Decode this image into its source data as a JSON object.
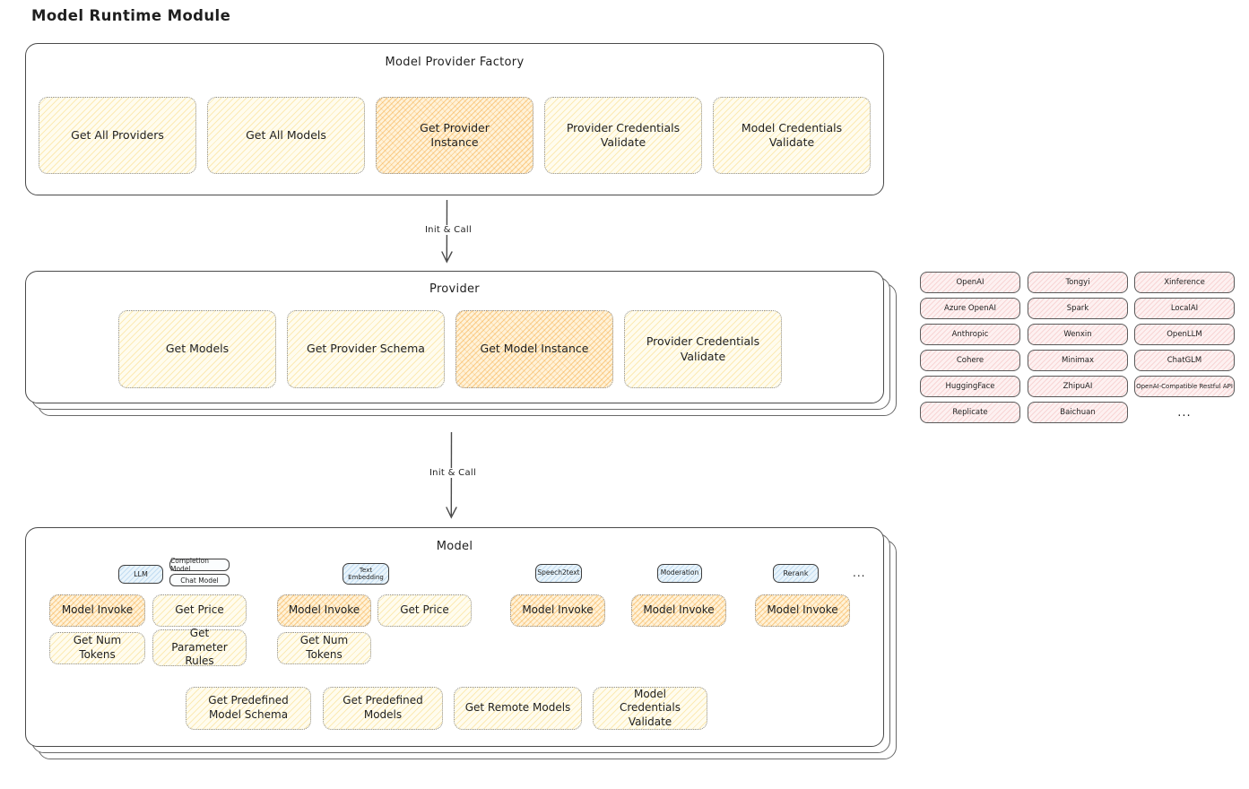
{
  "title": "Model Runtime Module",
  "arrows": {
    "top": "Init & Call",
    "bottom": "Init & Call"
  },
  "factory": {
    "label": "Model Provider Factory",
    "functions": [
      {
        "label": "Get All Providers",
        "highlighted": false
      },
      {
        "label": "Get All Models",
        "highlighted": false
      },
      {
        "label": "Get Provider Instance",
        "highlighted": true
      },
      {
        "label": "Provider Credentials Validate",
        "highlighted": false
      },
      {
        "label": "Model Credentials Validate",
        "highlighted": false
      }
    ]
  },
  "provider": {
    "label": "Provider",
    "functions": [
      {
        "label": "Get Models",
        "highlighted": false
      },
      {
        "label": "Get Provider Schema",
        "highlighted": false
      },
      {
        "label": "Get Model Instance",
        "highlighted": true
      },
      {
        "label": "Provider Credentials Validate",
        "highlighted": false
      }
    ]
  },
  "provider_list": {
    "rows": [
      [
        "OpenAI",
        "Tongyi",
        "Xinference"
      ],
      [
        "Azure OpenAI",
        "Spark",
        "LocalAI"
      ],
      [
        "Anthropic",
        "Wenxin",
        "OpenLLM"
      ],
      [
        "Cohere",
        "Minimax",
        "ChatGLM"
      ],
      [
        "HuggingFace",
        "ZhipuAI",
        "OpenAI-Compatible Restful API"
      ],
      [
        "Replicate",
        "Baichuan",
        "..."
      ]
    ]
  },
  "model": {
    "label": "Model",
    "types": {
      "llm": "LLM",
      "completion": "Completion Model",
      "chat": "Chat Model",
      "text_embedding": "Text Embedding",
      "speech2text": "Speech2text",
      "moderation": "Moderation",
      "rerank": "Rerank",
      "more": "..."
    },
    "functions": {
      "model_invoke": "Model Invoke",
      "get_price": "Get Price",
      "get_num_tokens": "Get Num Tokens",
      "get_parameter_rules": "Get Parameter Rules"
    },
    "shared_functions": [
      "Get Predefined Model Schema",
      "Get Predefined Models",
      "Get Remote Models",
      "Model Credentials Validate"
    ]
  },
  "colors": {
    "highlight_hatch": "#f39c23",
    "yellow_hatch": "#f7c948",
    "pink_fill": "#fdf1f1",
    "blue_fill": "#e9f4fb",
    "section_border": "#4a4a4a"
  }
}
